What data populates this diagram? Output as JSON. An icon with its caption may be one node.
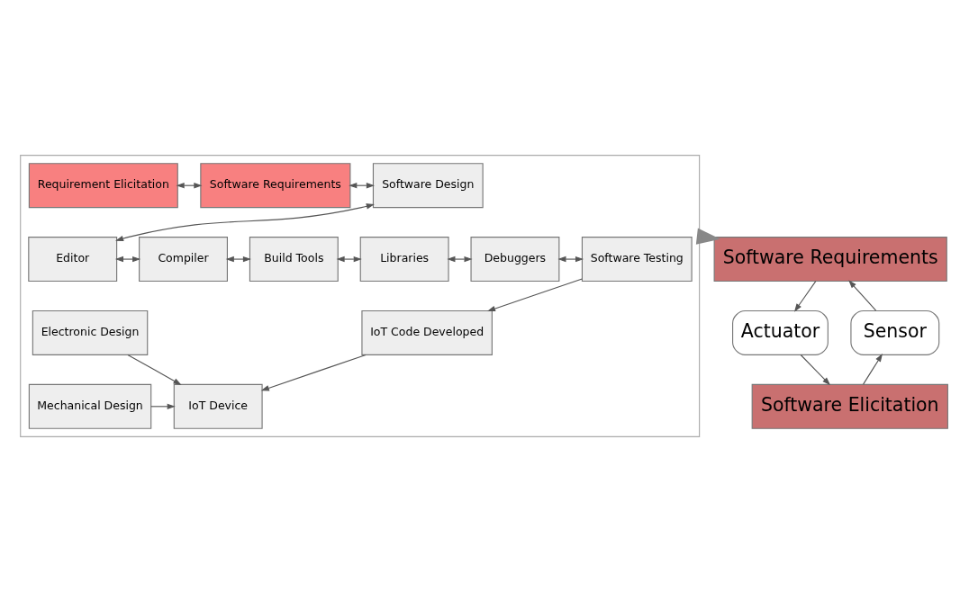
{
  "diagram": {
    "nodes": [
      {
        "text": [],
        "shape": "box"
      },
      {
        "text": [
          "Requirement Elicitation"
        ],
        "in": 0
      },
      {
        "text": [
          "Software Requirements"
        ],
        "in": 0
      },
      {
        "text": [
          "Software Design"
        ],
        "in": 0
      },
      {
        "text": [
          "Editor"
        ],
        "in": 0
      },
      {
        "text": [
          "Compiler"
        ],
        "in": 0
      },
      {
        "text": [
          "Build Tools"
        ],
        "in": 0
      },
      {
        "text": [
          "Libraries"
        ],
        "in": 0
      },
      {
        "text": [
          "Debuggers"
        ],
        "in": 0
      },
      {
        "text": [
          "Software Testing"
        ],
        "in": 0
      },
      {
        "text": [
          "Electronic Design"
        ],
        "in": 0
      },
      {
        "text": [
          "IoT Code Developed"
        ],
        "in": 0
      },
      {
        "text": [
          "Mechanical Design"
        ],
        "in": 0
      },
      {
        "text": [
          "IoT Device"
        ],
        "in": 0
      },
      {
        "text": [
          "Software Requirements"
        ]
      },
      {
        "text": [
          "Actuator"
        ]
      },
      {
        "text": [
          "Sensor"
        ]
      },
      {
        "text": [
          "Software Elicitation"
        ]
      }
    ],
    "edges": [
      {
        "from": 1,
        "to": 2,
        "arrow": "both"
      },
      {
        "from": 2,
        "to": 3,
        "arrow": "both"
      },
      {
        "from": 3,
        "to": 4,
        "arrow": "both"
      },
      {
        "from": 4,
        "to": 5,
        "arrow": "both"
      },
      {
        "from": 5,
        "to": 6,
        "arrow": "both"
      },
      {
        "from": 6,
        "to": 7,
        "arrow": "both"
      },
      {
        "from": 7,
        "to": 8,
        "arrow": "both"
      },
      {
        "from": 8,
        "to": 9,
        "arrow": "both"
      },
      {
        "from": 9,
        "to": 11,
        "arrow": "to"
      },
      {
        "from": 11,
        "to": 13,
        "arrow": "to"
      },
      {
        "from": 10,
        "to": 13,
        "arrow": "to"
      },
      {
        "from": 12,
        "to": 13,
        "arrow": "to"
      },
      {
        "from": 14,
        "to": 15,
        "arrow": "to"
      },
      {
        "from": 15,
        "to": 17,
        "arrow": "to"
      },
      {
        "from": 17,
        "to": 16,
        "arrow": "to"
      },
      {
        "from": 16,
        "to": 14,
        "arrow": "to"
      },
      {
        "from": 0,
        "to": 14,
        "arrow": "to",
        "style": "thick"
      }
    ]
  }
}
